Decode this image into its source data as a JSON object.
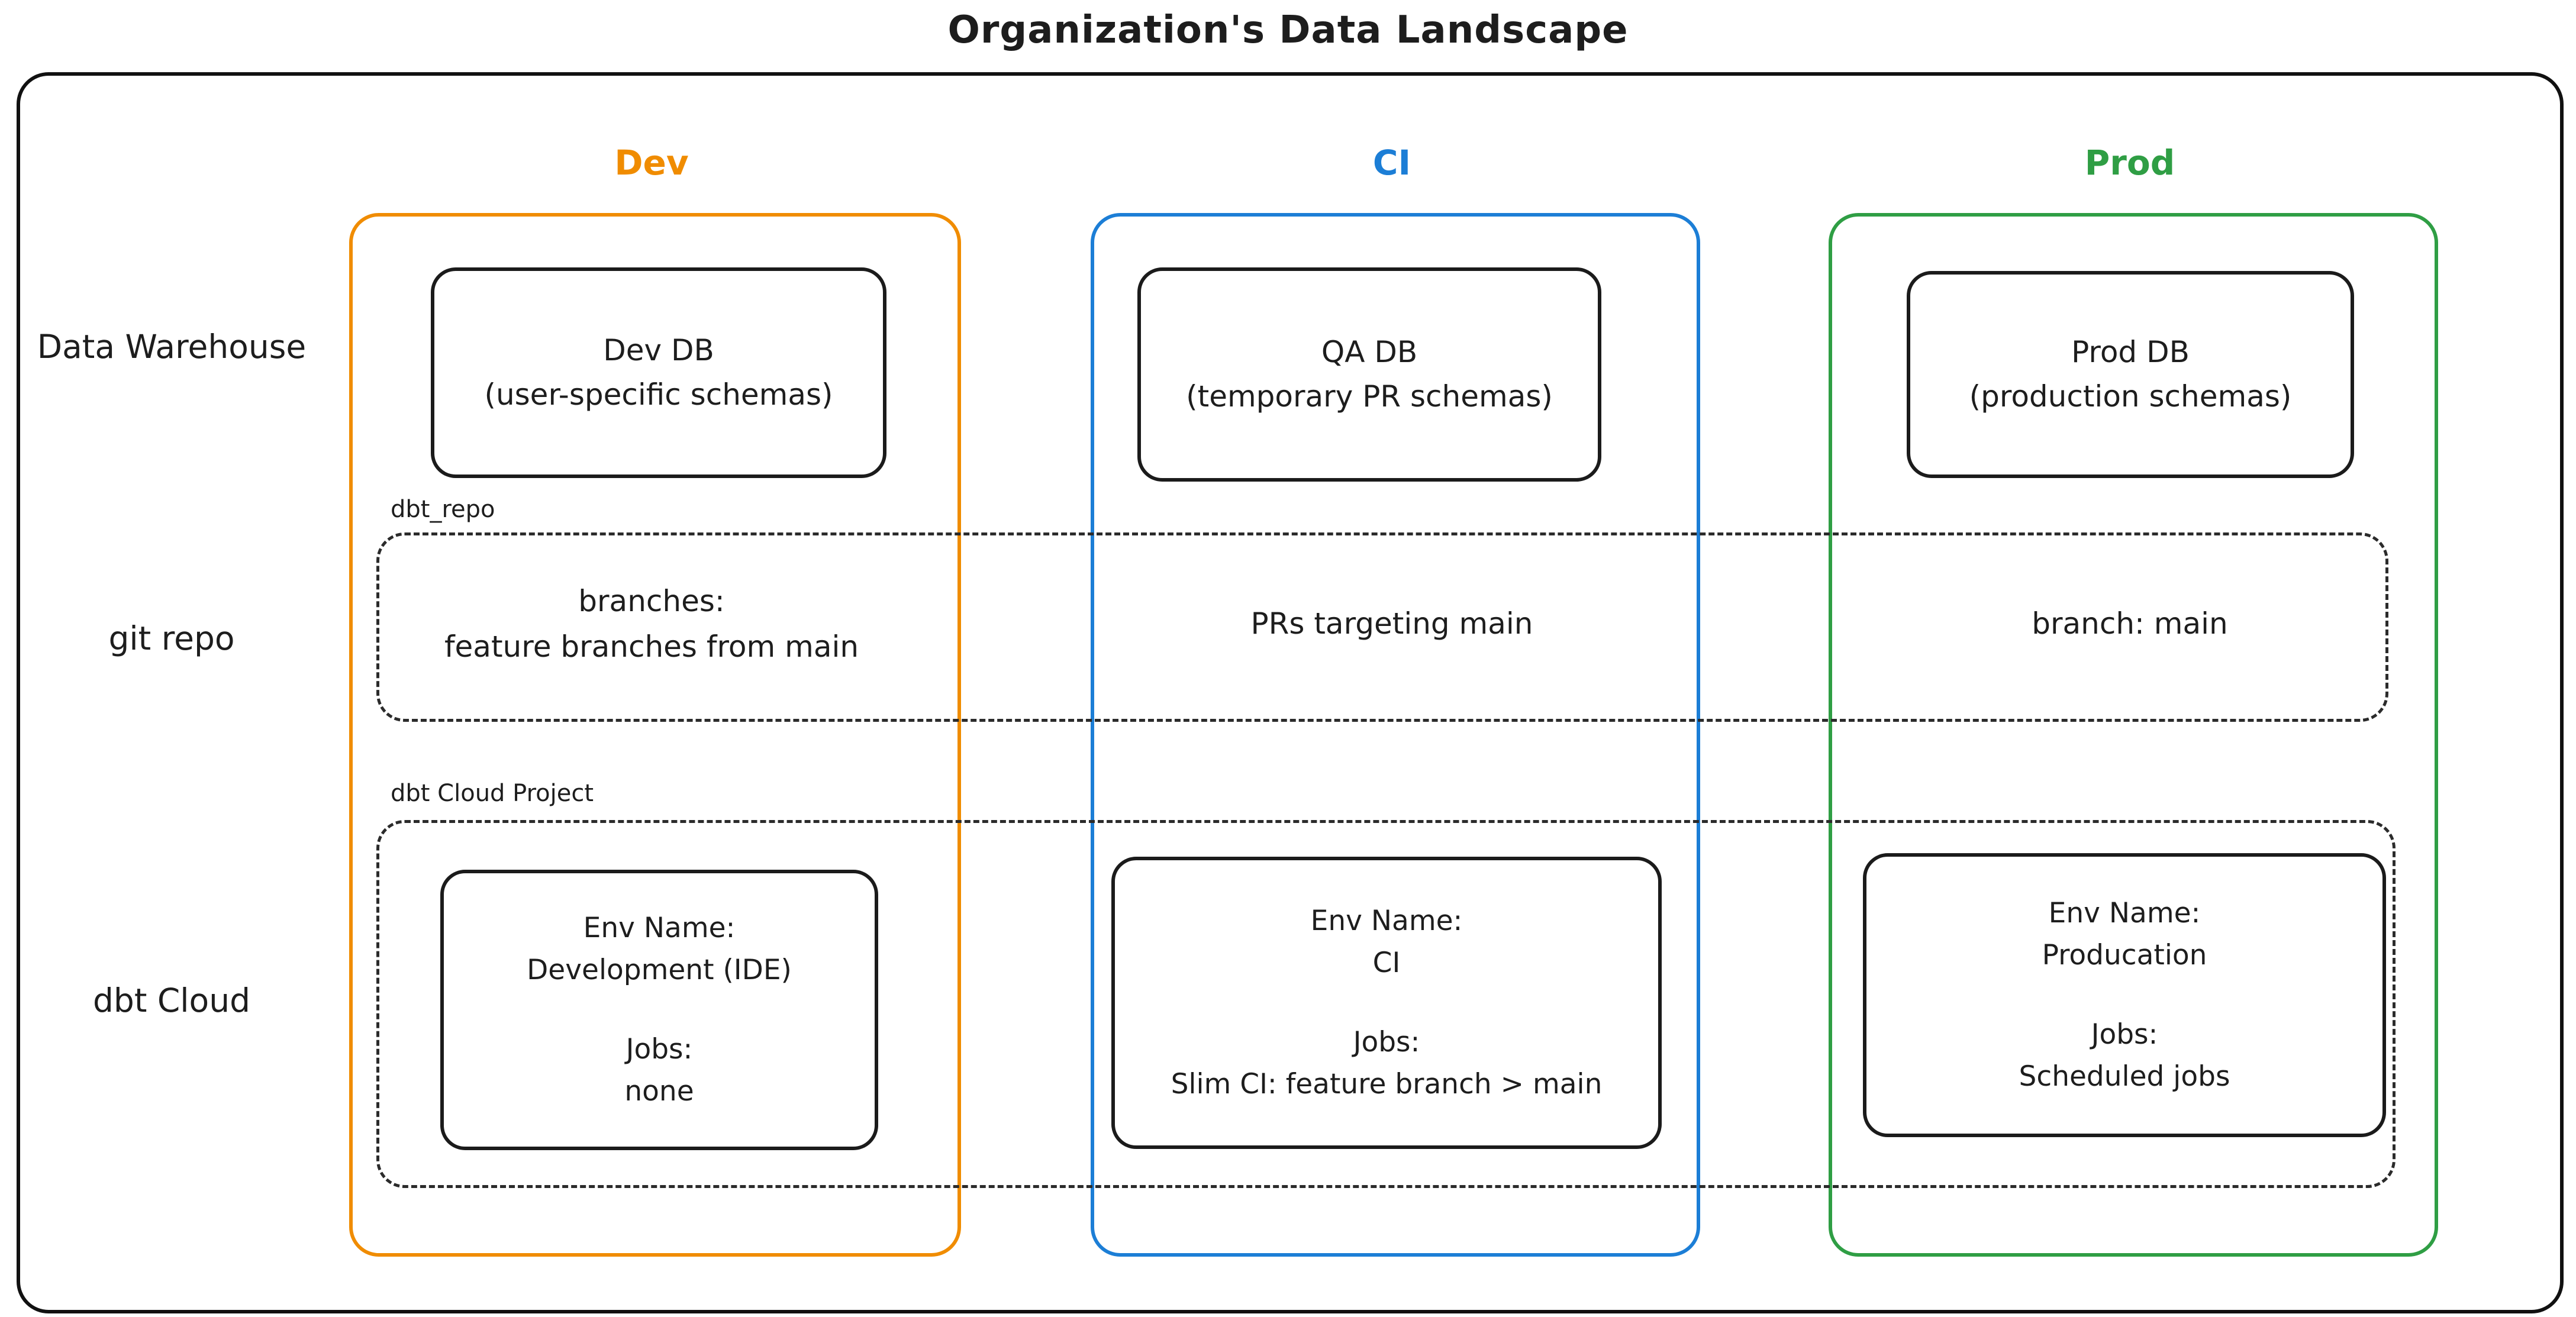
{
  "title": "Organization's Data Landscape",
  "colors": {
    "dev": "#f08c00",
    "ci": "#1c7ed6",
    "prod": "#2f9e44",
    "ink": "#1d1d1d"
  },
  "row_labels": [
    {
      "label": "Data Warehouse"
    },
    {
      "label": "git repo"
    },
    {
      "label": "dbt Cloud"
    }
  ],
  "group_labels": {
    "git_repo_box": "dbt_repo",
    "dbt_cloud_box": "dbt Cloud Project"
  },
  "columns": [
    {
      "label": "Dev",
      "db_title": "Dev DB",
      "db_subtitle": "(user-specific schemas)",
      "git_line1": "branches:",
      "git_line2": "feature branches from main",
      "env_label": "Env Name:",
      "env_name": "Development (IDE)",
      "jobs_label": "Jobs:",
      "jobs_value": "none"
    },
    {
      "label": "CI",
      "db_title": "QA DB",
      "db_subtitle": "(temporary PR schemas)",
      "git_line1": "PRs targeting main",
      "git_line2": "",
      "env_label": "Env Name:",
      "env_name": "CI",
      "jobs_label": "Jobs:",
      "jobs_value": "Slim CI: feature branch > main"
    },
    {
      "label": "Prod",
      "db_title": "Prod DB",
      "db_subtitle": "(production schemas)",
      "git_line1": "branch: main",
      "git_line2": "",
      "env_label": "Env Name:",
      "env_name": "Producation",
      "jobs_label": "Jobs:",
      "jobs_value": "Scheduled jobs"
    }
  ]
}
